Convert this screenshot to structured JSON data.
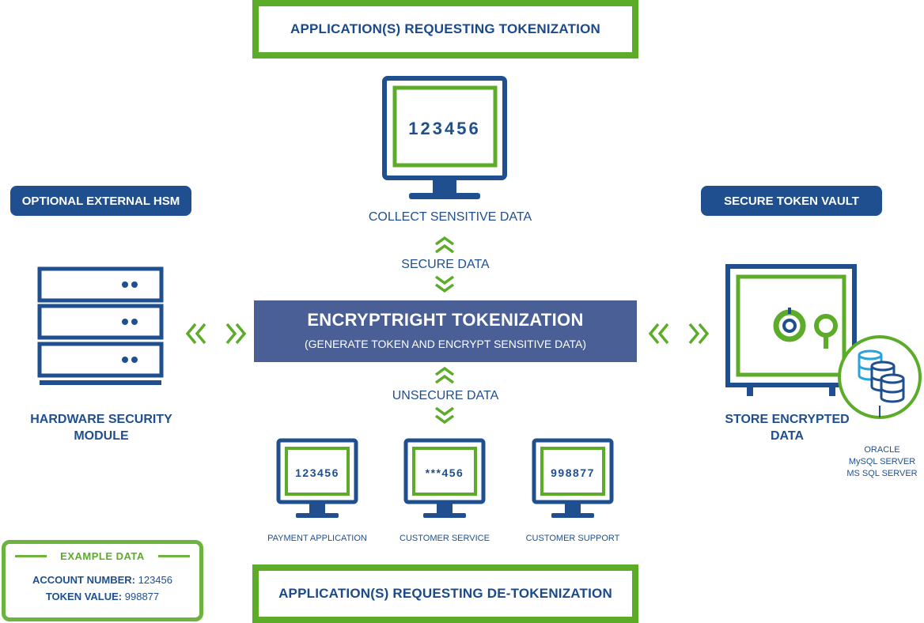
{
  "top_box": {
    "label": "APPLICATION(S) REQUESTING TOKENIZATION"
  },
  "bottom_box": {
    "label": "APPLICATION(S) REQUESTING DE-TOKENIZATION"
  },
  "main_monitor": {
    "value": "123456",
    "caption": "COLLECT SENSITIVE DATA"
  },
  "flow": {
    "secure": "SECURE DATA",
    "unsecure": "UNSECURE DATA"
  },
  "center": {
    "title": "ENCRYPTRIGHT TOKENIZATION",
    "subtitle": "(GENERATE TOKEN AND ENCRYPT SENSITIVE DATA)"
  },
  "hsm": {
    "badge": "OPTIONAL EXTERNAL HSM",
    "caption_line1": "HARDWARE SECURITY",
    "caption_line2": "MODULE"
  },
  "vault": {
    "badge": "SECURE TOKEN VAULT",
    "caption_line1": "STORE ENCRYPTED",
    "caption_line2": "DATA"
  },
  "databases": [
    "ORACLE",
    "MySQL SERVER",
    "MS SQL SERVER"
  ],
  "apps": [
    {
      "value": "123456",
      "label": "PAYMENT APPLICATION"
    },
    {
      "value": "***456",
      "label": "CUSTOMER SERVICE"
    },
    {
      "value": "998877",
      "label": "CUSTOMER SUPPORT"
    }
  ],
  "example": {
    "title": "EXAMPLE DATA",
    "account_label": "ACCOUNT NUMBER:",
    "account_value": "123456",
    "token_label": "TOKEN VALUE:",
    "token_value": "998877"
  },
  "colors": {
    "navy": "#1f4f8f",
    "green": "#5cac2a",
    "center": "#4a5f95",
    "cyan": "#2aa3dc"
  }
}
